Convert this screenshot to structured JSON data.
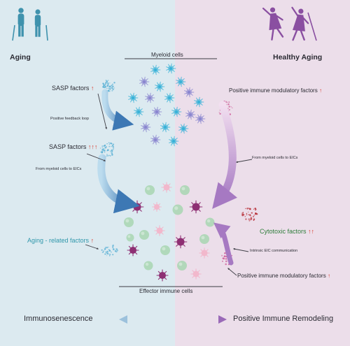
{
  "left_panel": {
    "title": "Aging",
    "sasp_1": {
      "text": "SASP factors",
      "marker": "↑"
    },
    "feedback": "Positive feedback loop",
    "sasp_2": {
      "text": "SASP factors",
      "marker": "↑↑↑"
    },
    "transfer": "From myeloid cells to EICs",
    "aging_related": {
      "text": "Aging - related factors",
      "marker": "↑"
    },
    "bottom_label": "Immunosenescence"
  },
  "right_panel": {
    "title": "Healthy Aging",
    "pim_1": {
      "text": "Positive immune modulatory factors",
      "marker": "↑"
    },
    "transfer": "From myeloid cells to EICs",
    "cytotoxic": {
      "text": "Cytotoxic factors",
      "marker": "↑↑"
    },
    "intrinsic": "Intrinsic EIC communication",
    "pim_2": {
      "text": "Positive immune modulatory factors",
      "marker": "↑"
    },
    "bottom_label": "Positive Immune Remodeling"
  },
  "center": {
    "myeloid_label": "Myeloid cells",
    "effector_label": "Effector immune cells"
  },
  "colors": {
    "left_bg": "#dceaf0",
    "right_bg": "#ecdeea",
    "blue_arrow": "#3d78b4",
    "purple_arrow": "#a679c2",
    "myeloid_cyan": "#38b2d8",
    "myeloid_purple": "#8a86cf",
    "effector_green": "#a8d6b1",
    "effector_magenta": "#8e2f73",
    "effector_pink": "#f2b8cc"
  },
  "icons": {
    "left": "elderly-couple-icon",
    "right": "dancing-couple-icon"
  }
}
